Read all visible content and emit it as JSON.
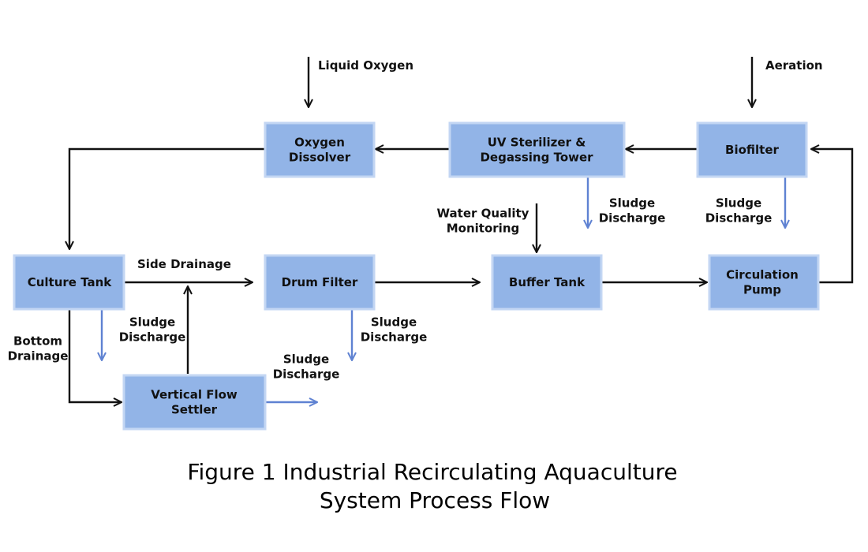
{
  "colors": {
    "box_fill": "#92b4e7",
    "box_border": "#c3d6f3",
    "flow_arrow": "#111111",
    "sludge_arrow": "#5f82d2"
  },
  "nodes": {
    "oxygen_dissolver": [
      "Oxygen",
      "Dissolver"
    ],
    "uv_sterilizer": [
      "UV Sterilizer &",
      "Degassing Tower"
    ],
    "biofilter": [
      "Biofilter"
    ],
    "culture_tank": [
      "Culture Tank"
    ],
    "drum_filter": [
      "Drum Filter"
    ],
    "buffer_tank": [
      "Buffer Tank"
    ],
    "circulation_pump": [
      "Circulation",
      "Pump"
    ],
    "vertical_flow_settler": [
      "Vertical Flow",
      "Settler"
    ]
  },
  "inputs": {
    "liquid_oxygen": [
      "Liquid Oxygen"
    ],
    "aeration": [
      "Aeration"
    ],
    "water_quality_monitoring": [
      "Water Quality",
      "Monitoring"
    ]
  },
  "edge_labels": {
    "side_drainage": [
      "Side Drainage"
    ],
    "bottom_drainage": [
      "Bottom",
      "Drainage"
    ],
    "sludge_uv": [
      "Sludge",
      "Discharge"
    ],
    "sludge_biofilter": [
      "Sludge",
      "Discharge"
    ],
    "sludge_culture": [
      "Sludge",
      "Discharge"
    ],
    "sludge_drum": [
      "Sludge",
      "Discharge"
    ],
    "sludge_settler": [
      "Sludge",
      "Discharge"
    ]
  },
  "caption": [
    "Figure 1 Industrial Recirculating Aquaculture",
    "System Process Flow"
  ]
}
